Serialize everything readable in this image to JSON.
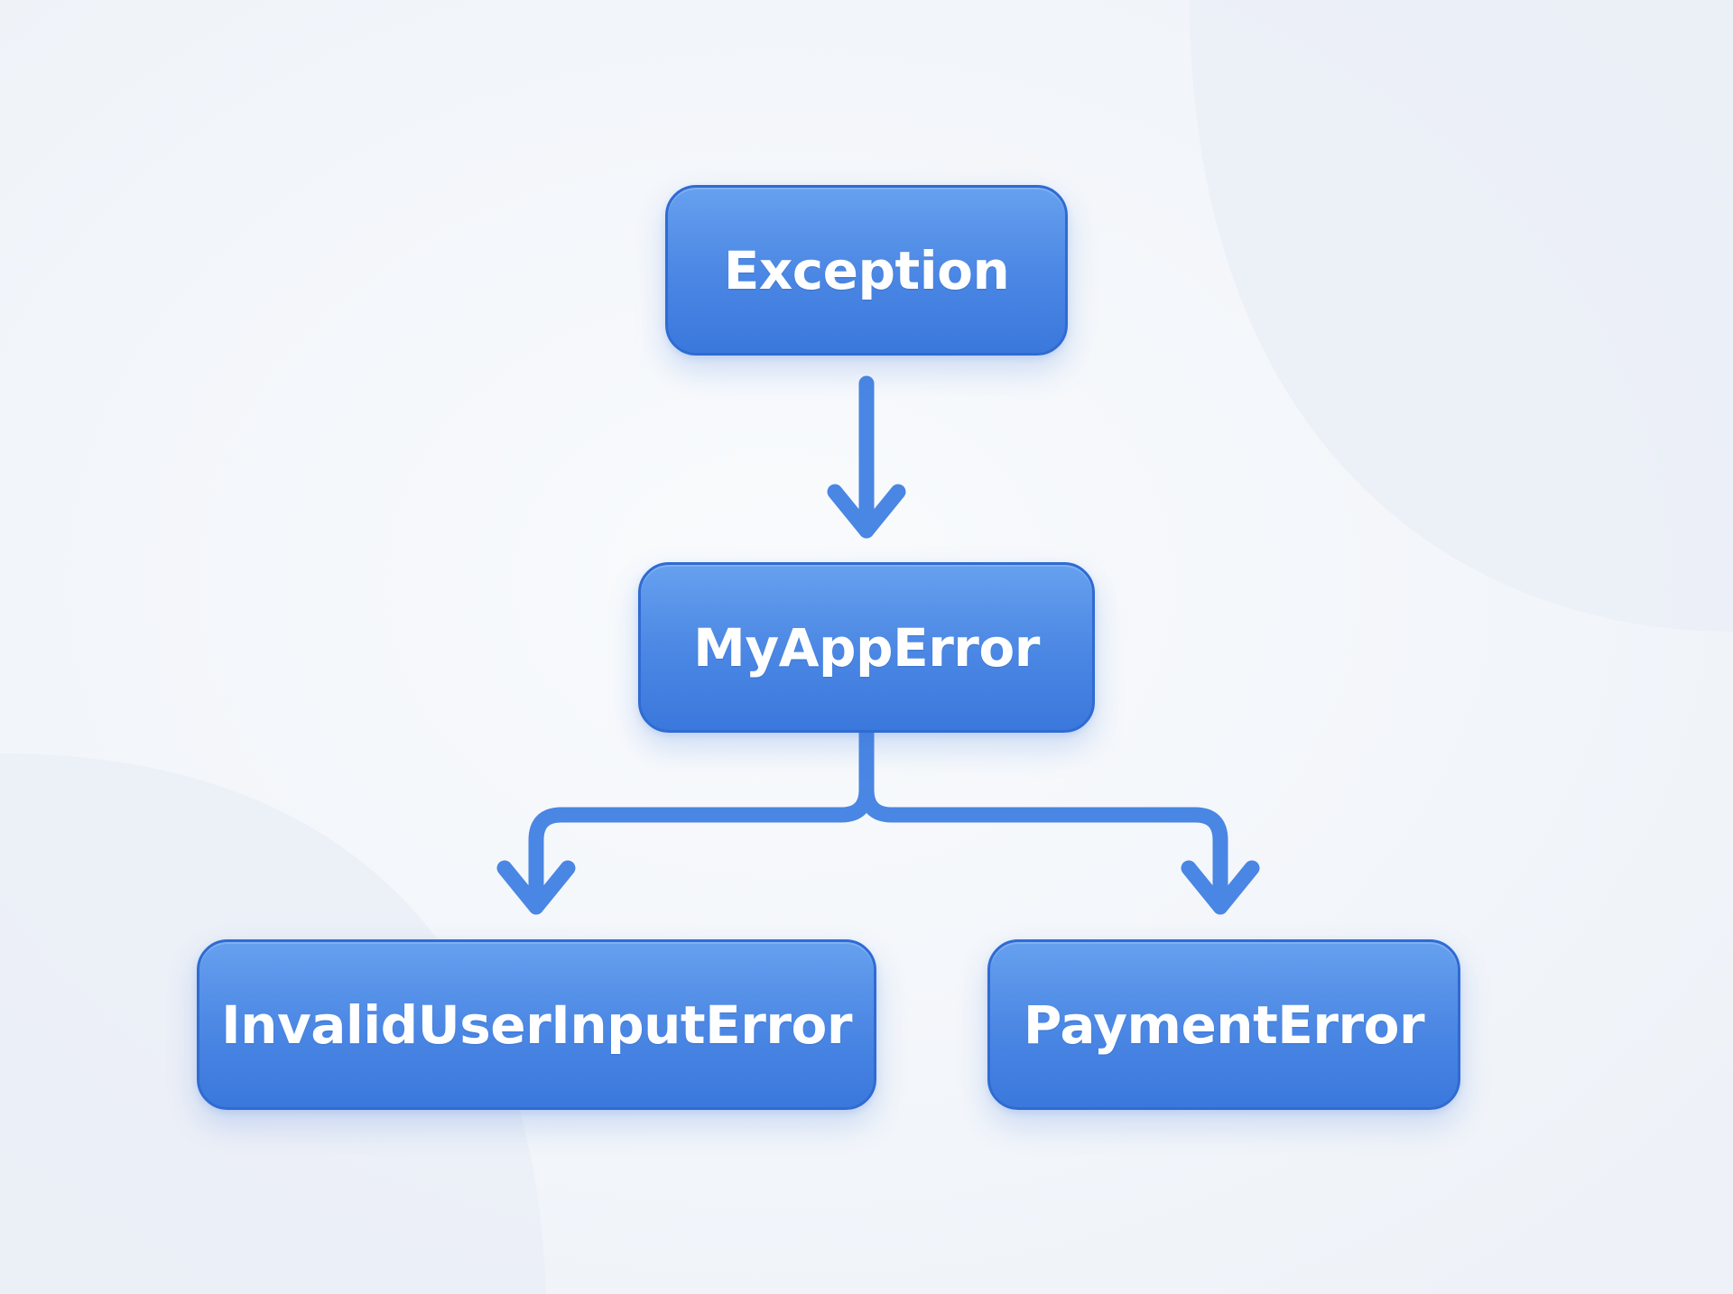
{
  "diagram": {
    "type": "class-hierarchy",
    "nodes": [
      {
        "id": "exception",
        "label": "Exception"
      },
      {
        "id": "myapperror",
        "label": "MyAppError"
      },
      {
        "id": "invaliduserinputerror",
        "label": "InvalidUserInputError"
      },
      {
        "id": "paymenterror",
        "label": "PaymentError"
      }
    ],
    "edges": [
      {
        "from": "exception",
        "to": "myapperror"
      },
      {
        "from": "myapperror",
        "to": "invaliduserinputerror"
      },
      {
        "from": "myapperror",
        "to": "paymenterror"
      }
    ]
  },
  "colors": {
    "node_fill": "#4a86e3",
    "node_border": "#2f6bd3",
    "connector": "#4a86e3",
    "label": "#ffffff",
    "background": "#f3f6fa"
  }
}
